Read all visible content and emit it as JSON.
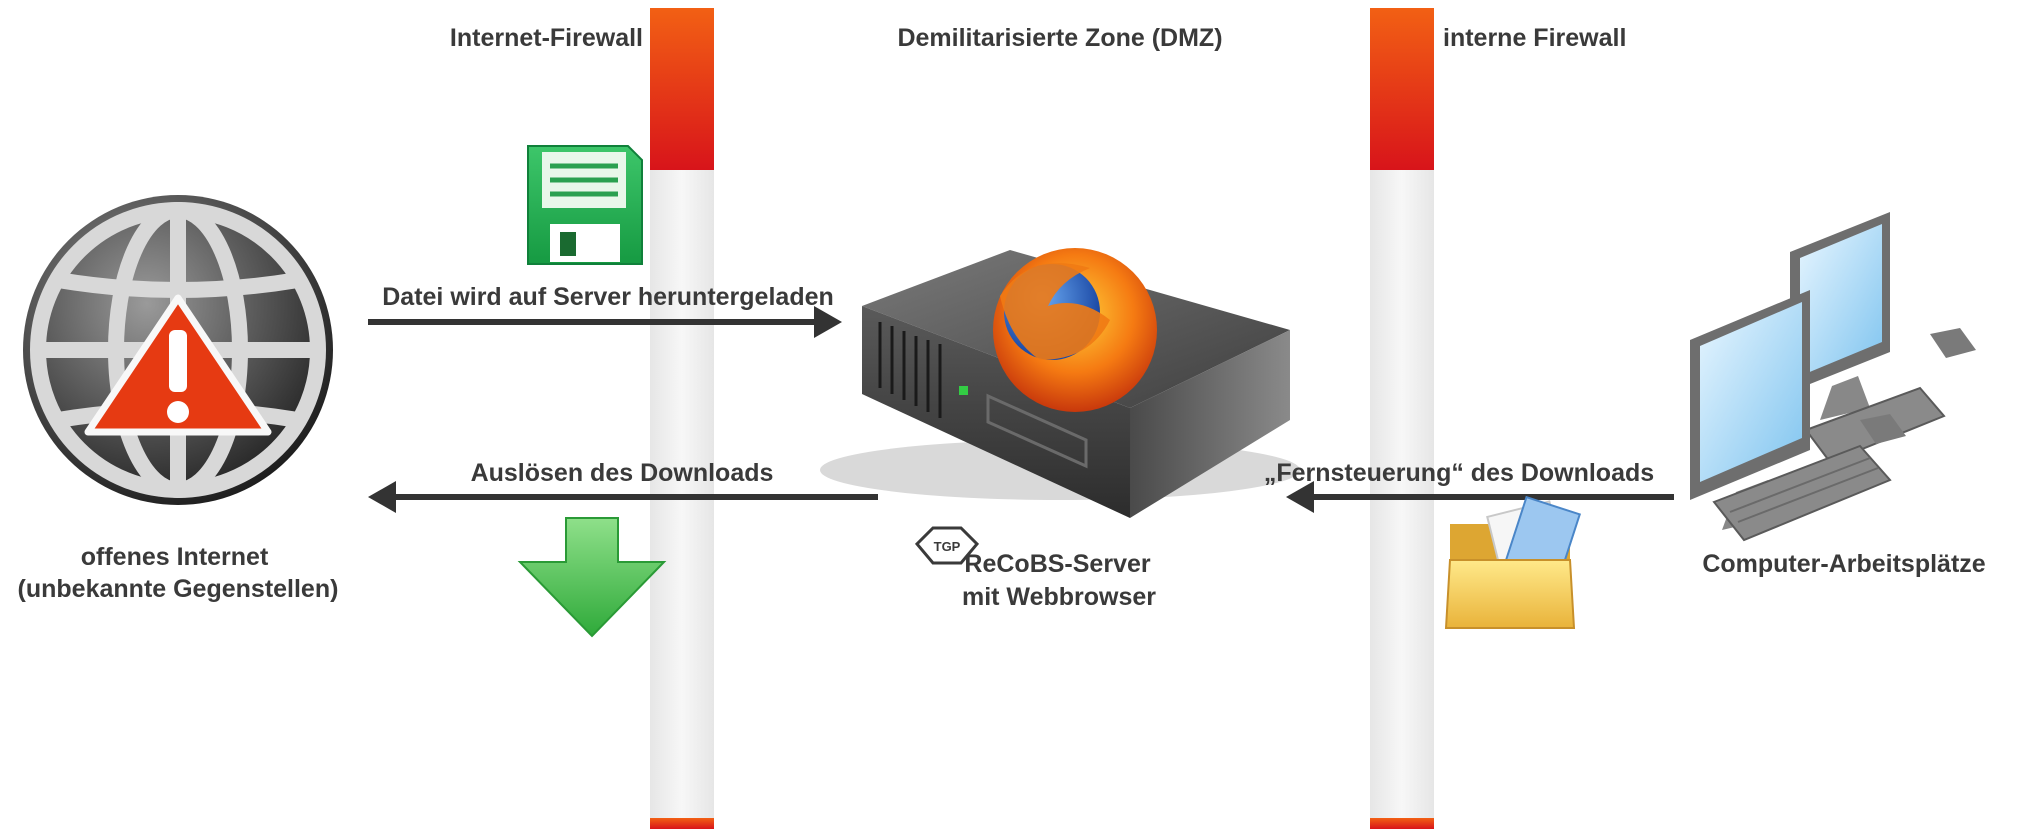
{
  "zones": {
    "internet_firewall": "Internet-Firewall",
    "dmz": "Demilitarisierte Zone (DMZ)",
    "internal_firewall": "interne Firewall"
  },
  "flows": {
    "download_to_server": "Datei wird auf Server heruntergeladen",
    "trigger_download": "Auslösen des Downloads",
    "remote_control": "„Fernsteuerung“ des Downloads"
  },
  "nodes": {
    "internet": {
      "line1": "offenes Internet",
      "line2": "(unbekannte Gegenstellen)"
    },
    "server": {
      "line1": "ReCoBS-Server",
      "line2": "mit Webbrowser",
      "badge": "TGP"
    },
    "workstations": {
      "label": "Computer-Arbeitsplätze"
    }
  },
  "colors": {
    "firewall_red": "#e0201a",
    "firewall_orange": "#f05a10",
    "firewall_gray": "#efefef",
    "arrow": "#333333",
    "text": "#3a3a3a"
  },
  "icons": {
    "internet": "globe-warning-icon",
    "file": "floppy-disk-icon",
    "download": "download-arrow-icon",
    "server": "server-firefox-icon",
    "folder": "folder-documents-icon",
    "workstations": "computer-workstations-icon"
  }
}
